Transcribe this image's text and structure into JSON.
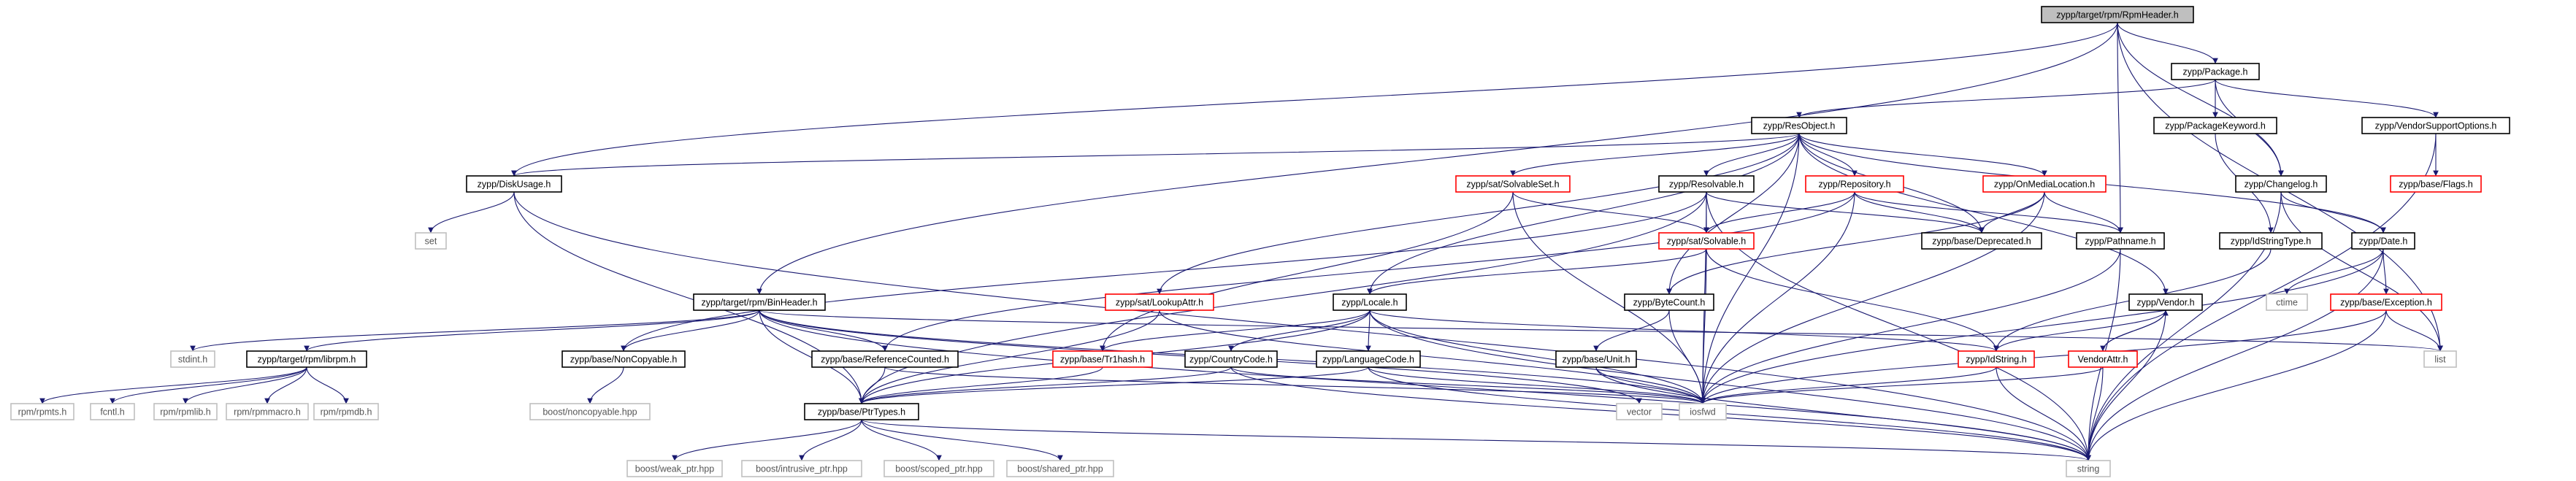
{
  "colors": {
    "edge": "#191970",
    "border_normal": "#000000",
    "border_link_broken": "#ff0000",
    "border_external": "#bfbfbf",
    "root_fill": "#bfbfbf",
    "text_normal": "#000000",
    "text_external": "#555555"
  },
  "nodes": [
    {
      "id": "root",
      "label": "zypp/target/rpm/RpmHeader.h",
      "style": "root"
    },
    {
      "id": "package",
      "label": "zypp/Package.h",
      "style": "normal"
    },
    {
      "id": "resobject",
      "label": "zypp/ResObject.h",
      "style": "normal"
    },
    {
      "id": "pkgkeyword",
      "label": "zypp/PackageKeyword.h",
      "style": "normal"
    },
    {
      "id": "vendorsupport",
      "label": "zypp/VendorSupportOptions.h",
      "style": "normal"
    },
    {
      "id": "diskusage",
      "label": "zypp/DiskUsage.h",
      "style": "normal"
    },
    {
      "id": "solvableset",
      "label": "zypp/sat/SolvableSet.h",
      "style": "red"
    },
    {
      "id": "resolvable",
      "label": "zypp/Resolvable.h",
      "style": "normal"
    },
    {
      "id": "repository",
      "label": "zypp/Repository.h",
      "style": "red"
    },
    {
      "id": "onmedialoc",
      "label": "zypp/OnMediaLocation.h",
      "style": "red"
    },
    {
      "id": "changelog",
      "label": "zypp/Changelog.h",
      "style": "normal"
    },
    {
      "id": "baseflags",
      "label": "zypp/base/Flags.h",
      "style": "red"
    },
    {
      "id": "set",
      "label": "set",
      "style": "ext"
    },
    {
      "id": "solvable",
      "label": "zypp/sat/Solvable.h",
      "style": "red"
    },
    {
      "id": "deprecated",
      "label": "zypp/base/Deprecated.h",
      "style": "normal"
    },
    {
      "id": "pathname",
      "label": "zypp/Pathname.h",
      "style": "normal"
    },
    {
      "id": "idstringtype",
      "label": "zypp/IdStringType.h",
      "style": "normal"
    },
    {
      "id": "date",
      "label": "zypp/Date.h",
      "style": "normal"
    },
    {
      "id": "binheader",
      "label": "zypp/target/rpm/BinHeader.h",
      "style": "normal"
    },
    {
      "id": "lookupattr",
      "label": "zypp/sat/LookupAttr.h",
      "style": "red"
    },
    {
      "id": "locale",
      "label": "zypp/Locale.h",
      "style": "normal"
    },
    {
      "id": "bytecount",
      "label": "zypp/ByteCount.h",
      "style": "normal"
    },
    {
      "id": "vendor",
      "label": "zypp/Vendor.h",
      "style": "normal"
    },
    {
      "id": "ctime",
      "label": "ctime",
      "style": "ext"
    },
    {
      "id": "exception",
      "label": "zypp/base/Exception.h",
      "style": "red"
    },
    {
      "id": "stdint",
      "label": "stdint.h",
      "style": "ext"
    },
    {
      "id": "librpm",
      "label": "zypp/target/rpm/librpm.h",
      "style": "normal"
    },
    {
      "id": "noncopyable",
      "label": "zypp/base/NonCopyable.h",
      "style": "normal"
    },
    {
      "id": "refcounted",
      "label": "zypp/base/ReferenceCounted.h",
      "style": "normal"
    },
    {
      "id": "trhash",
      "label": "zypp/base/Tr1hash.h",
      "style": "red"
    },
    {
      "id": "countrycode",
      "label": "zypp/CountryCode.h",
      "style": "normal"
    },
    {
      "id": "languagecode",
      "label": "zypp/LanguageCode.h",
      "style": "normal"
    },
    {
      "id": "idstring",
      "label": "zypp/IdString.h",
      "style": "red"
    },
    {
      "id": "vendorattr",
      "label": "VendorAttr.h",
      "style": "red"
    },
    {
      "id": "list",
      "label": "list",
      "style": "ext"
    },
    {
      "id": "baseunit",
      "label": "zypp/base/Unit.h",
      "style": "normal"
    },
    {
      "id": "rpmts",
      "label": "rpm/rpmts.h",
      "style": "ext"
    },
    {
      "id": "fcntl",
      "label": "fcntl.h",
      "style": "ext"
    },
    {
      "id": "rpmlib",
      "label": "rpm/rpmlib.h",
      "style": "ext"
    },
    {
      "id": "rpmmacro",
      "label": "rpm/rpmmacro.h",
      "style": "ext"
    },
    {
      "id": "rpmdb",
      "label": "rpm/rpmdb.h",
      "style": "ext"
    },
    {
      "id": "boostnoncopyable",
      "label": "boost/noncopyable.hpp",
      "style": "ext"
    },
    {
      "id": "ptrtypes",
      "label": "zypp/base/PtrTypes.h",
      "style": "normal"
    },
    {
      "id": "vector",
      "label": "vector",
      "style": "ext"
    },
    {
      "id": "iosfwd",
      "label": "iosfwd",
      "style": "ext"
    },
    {
      "id": "boostweak",
      "label": "boost/weak_ptr.hpp",
      "style": "ext"
    },
    {
      "id": "boostintrusive",
      "label": "boost/intrusive_ptr.hpp",
      "style": "ext"
    },
    {
      "id": "boostscoped",
      "label": "boost/scoped_ptr.hpp",
      "style": "ext"
    },
    {
      "id": "boostshared",
      "label": "boost/shared_ptr.hpp",
      "style": "ext"
    },
    {
      "id": "string",
      "label": "string",
      "style": "ext"
    }
  ],
  "edges": [
    [
      "root",
      "package"
    ],
    [
      "root",
      "changelog"
    ],
    [
      "root",
      "pathname"
    ],
    [
      "root",
      "list"
    ],
    [
      "root",
      "diskusage"
    ],
    [
      "root",
      "binheader"
    ],
    [
      "package",
      "resobject"
    ],
    [
      "package",
      "pkgkeyword"
    ],
    [
      "package",
      "vendorsupport"
    ],
    [
      "package",
      "changelog"
    ],
    [
      "pkgkeyword",
      "idstringtype"
    ],
    [
      "vendorsupport",
      "baseflags"
    ],
    [
      "vendorsupport",
      "string"
    ],
    [
      "resobject",
      "diskusage"
    ],
    [
      "resobject",
      "solvableset"
    ],
    [
      "resobject",
      "resolvable"
    ],
    [
      "resobject",
      "repository"
    ],
    [
      "resobject",
      "onmedialoc"
    ],
    [
      "resobject",
      "date"
    ],
    [
      "resobject",
      "deprecated"
    ],
    [
      "resobject",
      "bytecount"
    ],
    [
      "resobject",
      "vendor"
    ],
    [
      "resobject",
      "locale"
    ],
    [
      "resobject",
      "lookupattr"
    ],
    [
      "resobject",
      "iosfwd"
    ],
    [
      "diskusage",
      "set"
    ],
    [
      "diskusage",
      "string"
    ],
    [
      "diskusage",
      "ptrtypes"
    ],
    [
      "solvableset",
      "solvable"
    ],
    [
      "solvableset",
      "trhash"
    ],
    [
      "solvableset",
      "iosfwd"
    ],
    [
      "resolvable",
      "solvable"
    ],
    [
      "resolvable",
      "deprecated"
    ],
    [
      "resolvable",
      "noncopyable"
    ],
    [
      "resolvable",
      "ptrtypes"
    ],
    [
      "resolvable",
      "iosfwd"
    ],
    [
      "resolvable",
      "string"
    ],
    [
      "repository",
      "solvable"
    ],
    [
      "repository",
      "deprecated"
    ],
    [
      "repository",
      "pathname"
    ],
    [
      "repository",
      "refcounted"
    ],
    [
      "repository",
      "iosfwd"
    ],
    [
      "onmedialoc",
      "deprecated"
    ],
    [
      "onmedialoc",
      "pathname"
    ],
    [
      "onmedialoc",
      "bytecount"
    ],
    [
      "onmedialoc",
      "iosfwd"
    ],
    [
      "changelog",
      "date"
    ],
    [
      "changelog",
      "list"
    ],
    [
      "changelog",
      "string"
    ],
    [
      "solvable",
      "locale"
    ],
    [
      "solvable",
      "idstring"
    ],
    [
      "solvable",
      "iosfwd"
    ],
    [
      "pathname",
      "iosfwd"
    ],
    [
      "pathname",
      "string"
    ],
    [
      "idstringtype",
      "idstring"
    ],
    [
      "date",
      "ctime"
    ],
    [
      "date",
      "exception"
    ],
    [
      "date",
      "string"
    ],
    [
      "date",
      "iosfwd"
    ],
    [
      "binheader",
      "stdint"
    ],
    [
      "binheader",
      "librpm"
    ],
    [
      "binheader",
      "noncopyable"
    ],
    [
      "binheader",
      "refcounted"
    ],
    [
      "binheader",
      "ptrtypes"
    ],
    [
      "binheader",
      "vector"
    ],
    [
      "binheader",
      "list"
    ],
    [
      "binheader",
      "iosfwd"
    ],
    [
      "binheader",
      "string"
    ],
    [
      "lookupattr",
      "ptrtypes"
    ],
    [
      "lookupattr",
      "iosfwd"
    ],
    [
      "locale",
      "trhash"
    ],
    [
      "locale",
      "countrycode"
    ],
    [
      "locale",
      "languagecode"
    ],
    [
      "locale",
      "idstring"
    ],
    [
      "locale",
      "ptrtypes"
    ],
    [
      "locale",
      "iosfwd"
    ],
    [
      "locale",
      "string"
    ],
    [
      "bytecount",
      "baseunit"
    ],
    [
      "bytecount",
      "iosfwd"
    ],
    [
      "vendor",
      "idstring"
    ],
    [
      "vendor",
      "vendorattr"
    ],
    [
      "vendor",
      "string"
    ],
    [
      "exception",
      "list"
    ],
    [
      "exception",
      "iosfwd"
    ],
    [
      "exception",
      "string"
    ],
    [
      "librpm",
      "rpmts"
    ],
    [
      "librpm",
      "fcntl"
    ],
    [
      "librpm",
      "rpmlib"
    ],
    [
      "librpm",
      "rpmmacro"
    ],
    [
      "librpm",
      "rpmdb"
    ],
    [
      "noncopyable",
      "boostnoncopyable"
    ],
    [
      "refcounted",
      "ptrtypes"
    ],
    [
      "refcounted",
      "iosfwd"
    ],
    [
      "trhash",
      "ptrtypes"
    ],
    [
      "countrycode",
      "ptrtypes"
    ],
    [
      "countrycode",
      "iosfwd"
    ],
    [
      "countrycode",
      "string"
    ],
    [
      "languagecode",
      "ptrtypes"
    ],
    [
      "languagecode",
      "iosfwd"
    ],
    [
      "languagecode",
      "string"
    ],
    [
      "idstring",
      "iosfwd"
    ],
    [
      "idstring",
      "string"
    ],
    [
      "vendorattr",
      "vendor"
    ],
    [
      "vendorattr",
      "iosfwd"
    ],
    [
      "vendorattr",
      "string"
    ],
    [
      "baseunit",
      "iosfwd"
    ],
    [
      "baseunit",
      "string"
    ],
    [
      "ptrtypes",
      "boostweak"
    ],
    [
      "ptrtypes",
      "boostintrusive"
    ],
    [
      "ptrtypes",
      "boostscoped"
    ],
    [
      "ptrtypes",
      "boostshared"
    ],
    [
      "ptrtypes",
      "string"
    ]
  ]
}
